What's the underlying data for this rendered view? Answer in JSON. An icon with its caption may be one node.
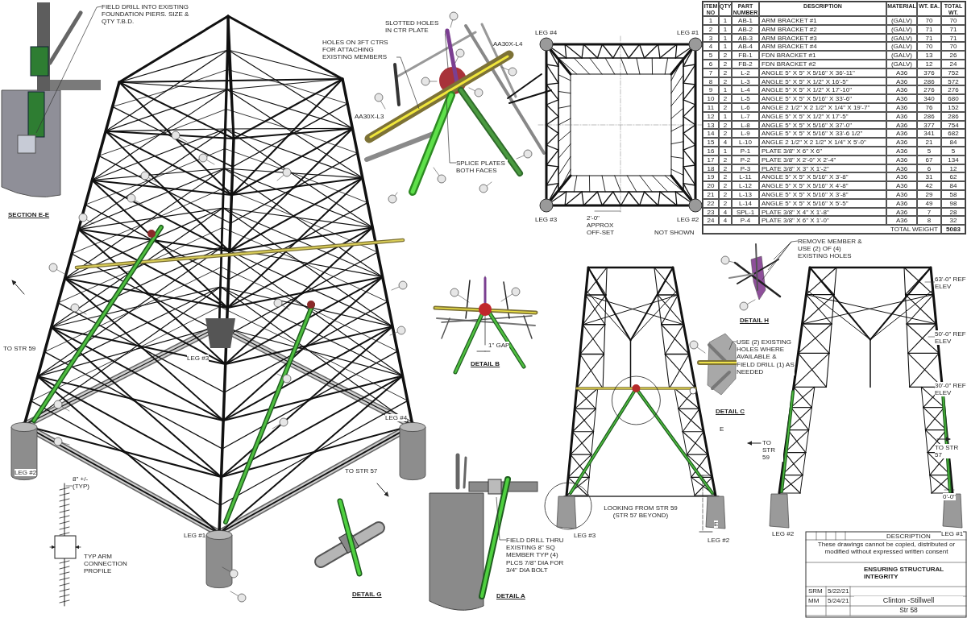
{
  "diagram": {
    "nodes": [
      {
        "text": [
          "FIELD DRILL INTO EXISTING FOUNDATION PIERS. SIZE & QTY T.B.D."
        ]
      },
      {
        "text": [
          "HOLES ON 3FT CTRS FOR ATTACHING EXISTING MEMBERS"
        ]
      },
      {
        "text": [
          "SLOTTED HOLES IN CTR PLATE"
        ]
      },
      {
        "text": [
          "SPLICE PLATES BOTH FACES"
        ]
      },
      {
        "text": [
          "REMOVE MEMBER & USE (2) OF (4) EXISTING HOLES"
        ]
      },
      {
        "text": [
          "USE (2) EXISTING HOLES WHERE AVAILABLE & FIELD DRILL (1) AS NEEDED"
        ]
      },
      {
        "text": [
          "FIELD DRILL THRU EXISTING 8\" SQ MEMBER TYP (4) PLCS 7/8\" DIA FOR 3/4\" DIA BOLT"
        ]
      },
      {
        "text": [],
        "shape": "picture"
      },
      {
        "text": [],
        "shape": "picture"
      }
    ],
    "edges": [
      {
        "from": 0,
        "to": null,
        "arrow": "none"
      },
      {
        "from": 1,
        "to": null,
        "arrow": "none"
      },
      {
        "from": 2,
        "to": null,
        "arrow": "none"
      },
      {
        "from": 3,
        "to": null,
        "arrow": "none"
      },
      {
        "from": 4,
        "to": 7,
        "arrow": "none"
      },
      {
        "from": 5,
        "to": 8,
        "arrow": "none"
      },
      {
        "from": 6,
        "to": null,
        "arrow": "none"
      }
    ],
    "labels": [
      "ITEM NO",
      "QTY",
      "PART NUMBER",
      "DESCRIPTION",
      "MATERIAL",
      "WT. EA.",
      "TOTAL WT.",
      "1",
      "1",
      "AB-1",
      "ARM BRACKET #1",
      "(GALV)",
      "70",
      "70",
      "2",
      "1",
      "AB-2",
      "ARM BRACKET #2",
      "(GALV)",
      "71",
      "71",
      "3",
      "1",
      "AB-3",
      "ARM BRACKET #3",
      "(GALV)",
      "71",
      "71",
      "4",
      "1",
      "AB-4",
      "ARM BRACKET #4",
      "(GALV)",
      "70",
      "70",
      "5",
      "2",
      "FB-1",
      "FDN BRACKET #1",
      "(GALV)",
      "13",
      "26",
      "6",
      "2",
      "FB-2",
      "FDN BRACKET #2",
      "(GALV)",
      "12",
      "24",
      "7",
      "2",
      "L-2",
      "ANGLE 5\" X 5\" X 5/16\" X 36'-11\"",
      "A36",
      "376",
      "752",
      "8",
      "2",
      "L-3",
      "ANGLE 5\" X 5\" X 1/2\" X 16'-5\"",
      "A36",
      "286",
      "572",
      "9",
      "1",
      "L-4",
      "ANGLE 5\" X 5\" X 1/2\" X 17'-10\"",
      "A36",
      "276",
      "276",
      "10",
      "2",
      "L-5",
      "ANGLE 5\" X 5\" X 5/16\" X 33'-6\"",
      "A36",
      "340",
      "680",
      "11",
      "2",
      "L-6",
      "ANGLE 2 1/2\" X 2 1/2\" X 1/4\" X 19'-7\"",
      "A36",
      "76",
      "152",
      "12",
      "1",
      "L-7",
      "ANGLE 5\" X 5\" X 1/2\" X 17'-5\"",
      "A36",
      "286",
      "286",
      "13",
      "2",
      "L-8",
      "ANGLE 5\" X 5\" X 5/16\" X 37'-0\"",
      "A36",
      "377",
      "754",
      "14",
      "2",
      "L-9",
      "ANGLE 5\" X 5\" X 5/16\" X 33'-6 1/2\"",
      "A36",
      "341",
      "682",
      "15",
      "4",
      "L-10",
      "ANGLE 2 1/2\" X 2 1/2\" X 1/4\" X 5'-0\"",
      "A36",
      "21",
      "84",
      "16",
      "1",
      "P-1",
      "PLATE 3/8\" X 6\" X 6\"",
      "A36",
      "5",
      "5",
      "17",
      "2",
      "P-2",
      "PLATE 3/8\" X 2'-0\" X 2'-4\"",
      "A36",
      "67",
      "134",
      "18",
      "2",
      "P-3",
      "PLATE 3/8\" X 3\" X 1'-2\"",
      "A36",
      "6",
      "12",
      "19",
      "2",
      "L-11",
      "ANGLE 5\" X 5\" X 5/16\" X 3'-8\"",
      "A36",
      "31",
      "62",
      "20",
      "2",
      "L-12",
      "ANGLE 5\" X 5\" X 5/16\" X 4'-8\"",
      "A36",
      "42",
      "84",
      "21",
      "2",
      "L-13",
      "ANGLE 5\" X 5\" X 5/16\" X 3'-8\"",
      "A36",
      "29",
      "58",
      "22",
      "2",
      "L-14",
      "ANGLE 5\" X 5\" X 5/16\" X 5'-5\"",
      "A36",
      "49",
      "98",
      "23",
      "4",
      "SPL-1",
      "PLATE 3/8\" X 4\" X 1'-8\"",
      "A36",
      "7",
      "28",
      "24",
      "4",
      "P-4",
      "PLATE 3/8\" X 6\" X 1'-0\"",
      "A36",
      "8",
      "32",
      "TOTAL WEIGHT",
      "5083",
      "SECTION E-E",
      "TO STR 59",
      "LEG #3",
      "LEG #2",
      "LEG #1",
      "LEG #4",
      "TO STR 57",
      "AA30X-L4",
      "AA30X-L3",
      "LEG #4",
      "LEG #1",
      "LEG #3",
      "LEG #2",
      "2'-0\" APPROX OFF-SET",
      "NOT SHOWN",
      "1\" GAP",
      "DETAIL B",
      "DETAIL H",
      "DETAIL C",
      "63'-0\" REF ELEV",
      "50'-0\" REF ELEV",
      "30'-0\" REF ELEV",
      "0'-0\"",
      "TO STR 59",
      "TO STR 57",
      "LOOKING FROM STR 59 (STR 57 BEYOND)",
      "LEG #3",
      "LEG #2",
      "E",
      "E",
      "LEG #2",
      "LEG #1",
      "8\" +/- (TYP)",
      "TYP ARM CONNECTION PROFILE",
      "DETAIL G",
      "DETAIL A",
      "DESCRIPTION",
      "These drawings cannot be copied, distributed or modified without expressed written consent",
      "ENSURING STRUCTURAL INTEGRITY",
      "SRM",
      "5/22/21",
      "MM",
      "5/24/21",
      "Clinton -Stillwell",
      "Str 58"
    ]
  }
}
